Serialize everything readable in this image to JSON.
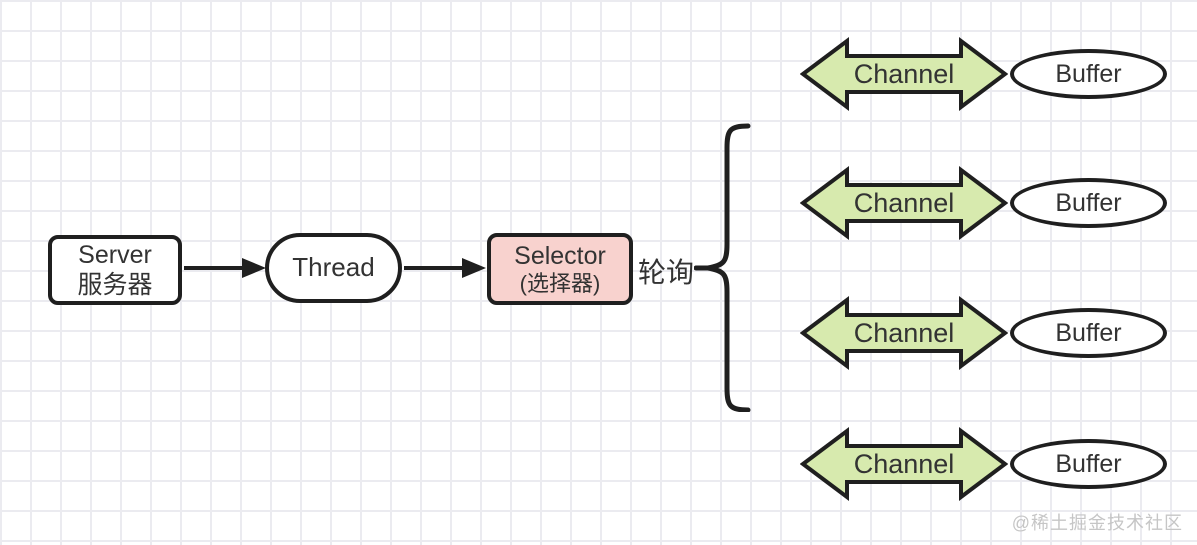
{
  "diagram": {
    "server": {
      "title": "Server",
      "subtitle": "服务器"
    },
    "thread": {
      "label": "Thread"
    },
    "selector": {
      "title": "Selector",
      "subtitle": "(选择器)"
    },
    "polling_label": "轮询"
  },
  "channels": [
    {
      "label": "Channel"
    },
    {
      "label": "Channel"
    },
    {
      "label": "Channel"
    },
    {
      "label": "Channel"
    }
  ],
  "buffers": [
    {
      "label": "Buffer"
    },
    {
      "label": "Buffer"
    },
    {
      "label": "Buffer"
    },
    {
      "label": "Buffer"
    }
  ],
  "watermark": "@稀土掘金技术社区",
  "colors": {
    "stroke": "#1f1f1f",
    "text": "#333333",
    "selector-fill": "#f8d2ce",
    "channel-fill": "#d7eaae",
    "node-fill": "#ffffff",
    "grid-line": "#ebebf0",
    "canvas-bg": "#ffffff",
    "watermark": "#c6c6c6"
  }
}
